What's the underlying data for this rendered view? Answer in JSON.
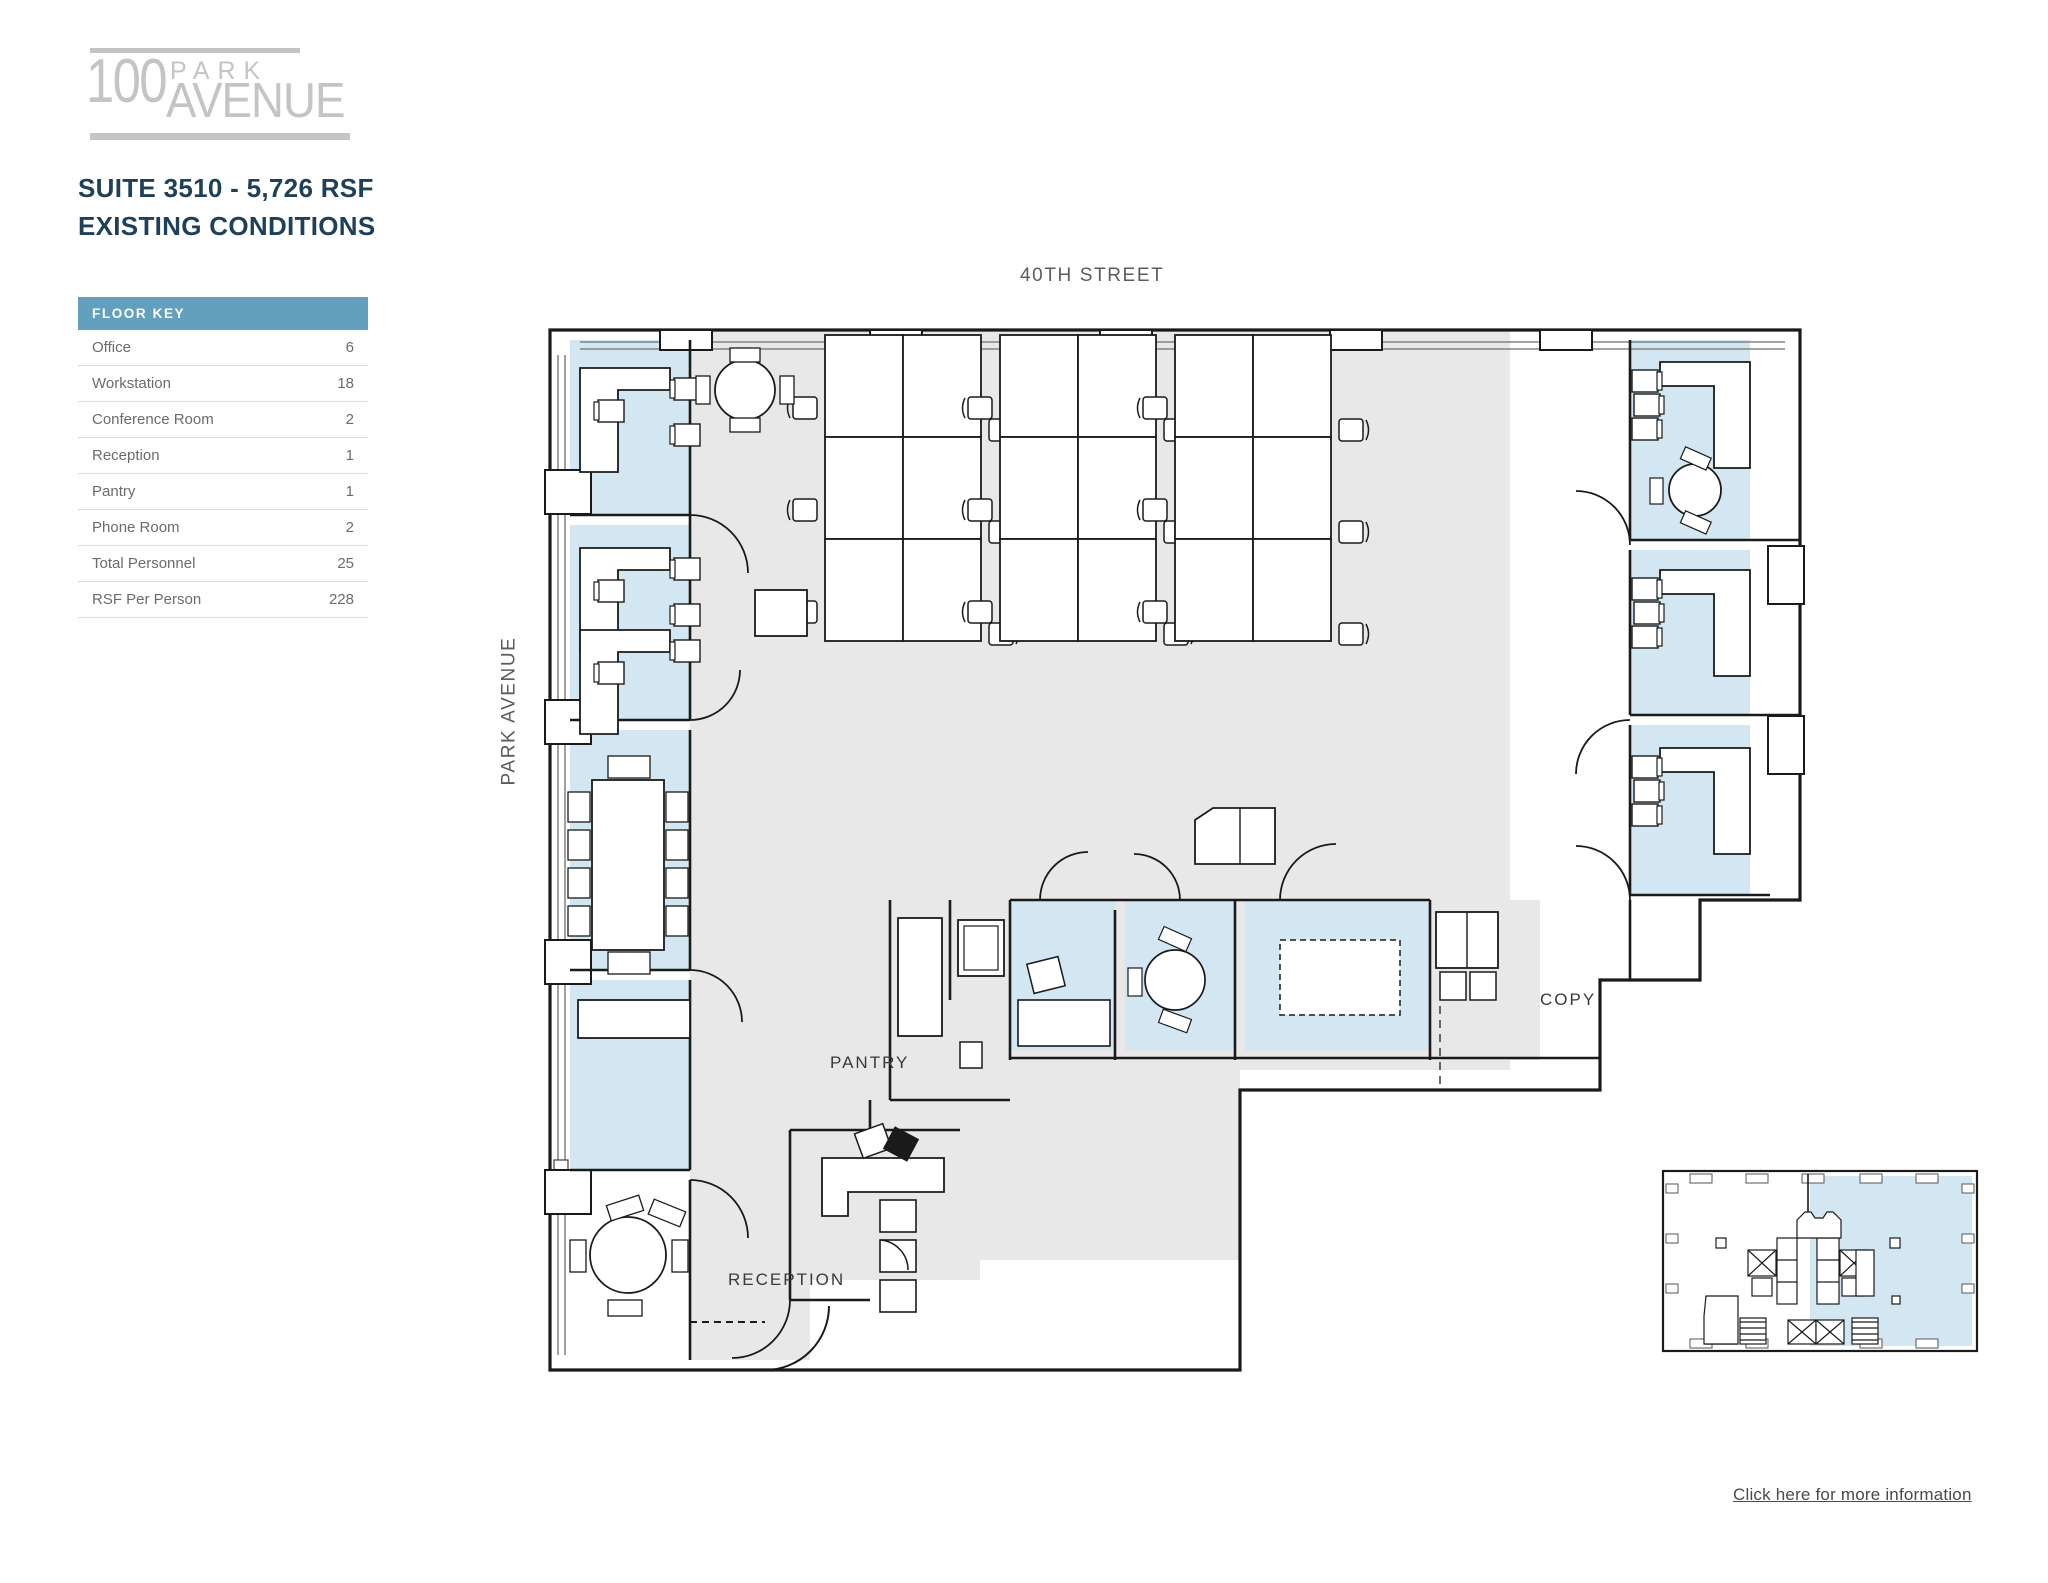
{
  "brand": {
    "number": "100",
    "word_top": "PARK",
    "word_bottom": "AVENUE"
  },
  "header": {
    "suite_line": "SUITE 3510 - 5,726 RSF",
    "condition_line": "EXISTING CONDITIONS"
  },
  "floor_key": {
    "title": "FLOOR KEY",
    "rows": [
      {
        "label": "Office",
        "value": "6"
      },
      {
        "label": "Workstation",
        "value": "18"
      },
      {
        "label": "Conference Room",
        "value": "2"
      },
      {
        "label": "Reception",
        "value": "1"
      },
      {
        "label": "Pantry",
        "value": "1"
      },
      {
        "label": "Phone Room",
        "value": "2"
      },
      {
        "label": "Total Personnel",
        "value": "25"
      },
      {
        "label": "RSF Per Person",
        "value": "228"
      }
    ]
  },
  "plan": {
    "street_label": "40TH STREET",
    "avenue_label": "PARK AVENUE",
    "room_labels": {
      "pantry": "PANTRY",
      "reception": "RECEPTION",
      "copy": "COPY"
    }
  },
  "footer": {
    "link_text": "Click here for more information"
  },
  "colors": {
    "brand_navy": "#1f4158",
    "key_header_blue": "#62a0bd",
    "room_fill_blue": "#d2e7f2",
    "corridor_gray": "#e8e8e8",
    "logo_gray": "#c2c4c6",
    "line_black": "#1a1a1a"
  }
}
